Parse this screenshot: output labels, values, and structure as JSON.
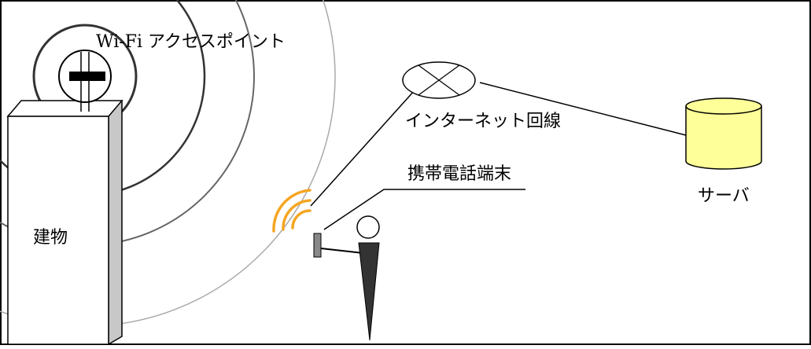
{
  "labels": {
    "access_point": "Wi-Fi アクセスポイント",
    "internet": "インターネット回線",
    "phone": "携帯電話端末",
    "server": "サーバ",
    "building": "建物"
  },
  "colors": {
    "stroke": "#000000",
    "building_side": "#c8c8c8",
    "server_fill": "#ffff99",
    "wifi_signal": "#f5a623",
    "person": "#333333",
    "ring_dark": "#333333",
    "ring_mid": "#666666",
    "ring_light": "#aaaaaa",
    "ring_lighter": "#cccccc"
  }
}
